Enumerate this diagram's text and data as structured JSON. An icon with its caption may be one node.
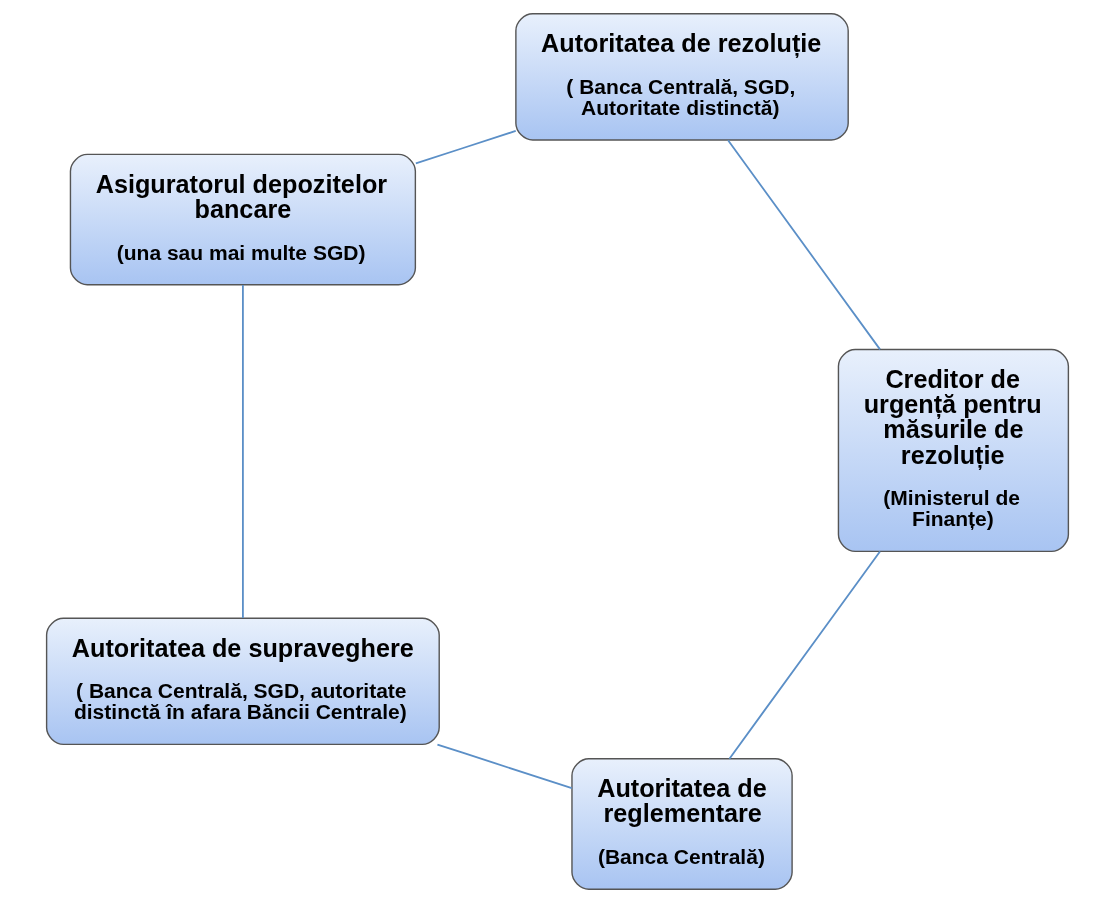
{
  "diagram": {
    "nodes": [
      {
        "text": [
          "Autoritatea de reglementare",
          "(Banca Centrală)"
        ]
      },
      {
        "text": [
          "Creditor de urgență pentru măsurile de rezoluție",
          "(Ministerul de Finanțe)"
        ]
      },
      {
        "text": [
          "Autoritatea de supraveghere",
          "( Banca Centrală, SGD, autoritate distinctă în afara Băncii Centrale)"
        ]
      },
      {
        "text": [
          "Autoritatea de rezoluție",
          "( Banca Centrală, SGD, Autoritate distinctă)"
        ]
      },
      {
        "text": [
          "Asiguratorul depozitelor bancare",
          "(una sau mai multe SGD)"
        ]
      }
    ],
    "edges": [
      {
        "from": 0,
        "to": 2,
        "arrow": "none"
      },
      {
        "from": 2,
        "to": 4,
        "arrow": "none"
      },
      {
        "from": 4,
        "to": 3,
        "arrow": "none"
      },
      {
        "from": 3,
        "to": 1,
        "arrow": "none"
      },
      {
        "from": 1,
        "to": 0,
        "arrow": "none"
      }
    ]
  }
}
